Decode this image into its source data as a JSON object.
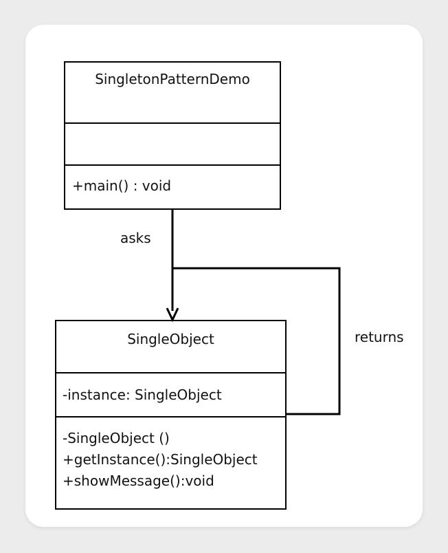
{
  "diagram": {
    "classes": {
      "demo": {
        "name": "SingletonPatternDemo",
        "attributes": [],
        "operations": [
          "+main() : void"
        ]
      },
      "single_object": {
        "name": "SingleObject",
        "attributes": [
          "-instance: SingleObject"
        ],
        "operations": [
          "-SingleObject ()",
          "+getInstance():SingleObject",
          "+showMessage():void"
        ]
      }
    },
    "relations": {
      "asks": "asks",
      "returns": "returns"
    },
    "colors": {
      "line": "#000000",
      "card_background": "#ffffff",
      "page_background": "#ececec"
    }
  }
}
